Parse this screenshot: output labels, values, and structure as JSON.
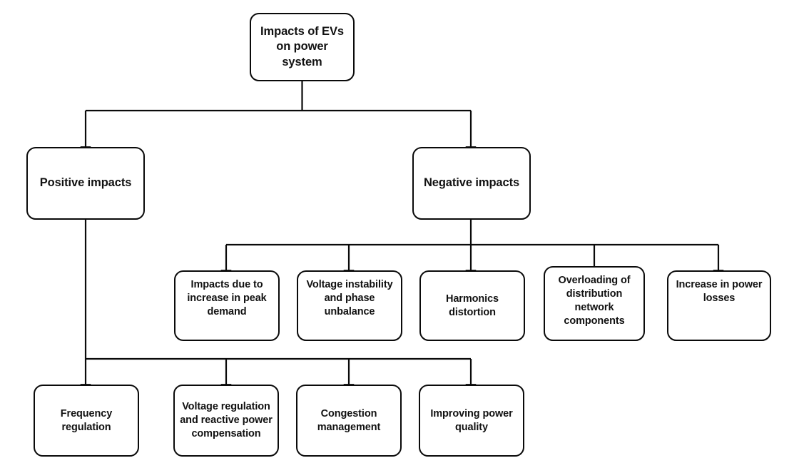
{
  "diagram": {
    "title": "Impacts of EVs on power system",
    "type": "tree-flowchart",
    "colors": {
      "positive": "#00a651",
      "negative": "#fe0000",
      "stroke": "#0a0a0a",
      "background": "#ffffff"
    }
  },
  "root": {
    "label": "Impacts of EVs\non power system"
  },
  "branches": {
    "positive": {
      "label": "Positive impacts"
    },
    "negative": {
      "label": "Negative impacts"
    }
  },
  "negative_children": [
    {
      "label": "Impacts due to\nincrease in peak\ndemand"
    },
    {
      "label": "Voltage instability\nand phase\nunbalance"
    },
    {
      "label": "Harmonics\ndistortion"
    },
    {
      "label": "Overloading of\ndistribution\nnetwork\ncomponents"
    },
    {
      "label": "Increase in power\nlosses"
    }
  ],
  "positive_children": [
    {
      "label": "Frequency\nregulation"
    },
    {
      "label": "Voltage regulation\nand reactive power\ncompensation"
    },
    {
      "label": "Congestion\nmanagement"
    },
    {
      "label": "Improving power\nquality"
    }
  ]
}
